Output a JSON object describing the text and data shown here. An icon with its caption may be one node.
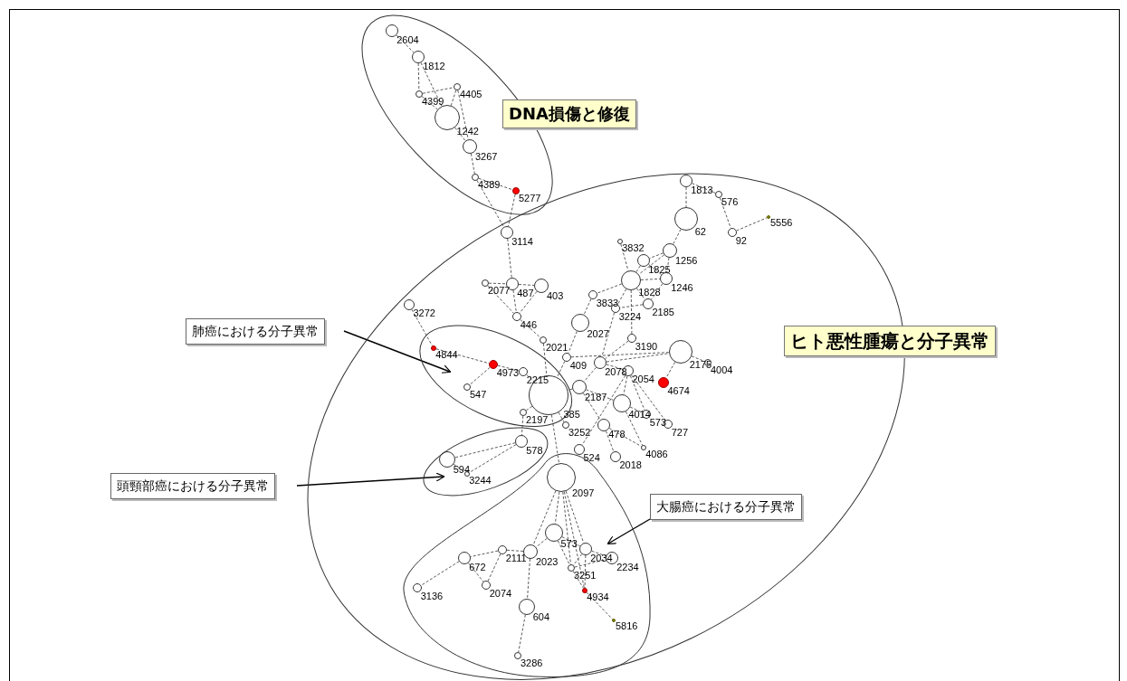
{
  "diagram": {
    "nodes": [
      {
        "text": [
          "DNA損傷と修復"
        ]
      },
      {
        "text": [
          "ヒト悪性腫瘍と分子異常"
        ]
      },
      {
        "text": [],
        "shape": "ellipse",
        "in": 1
      },
      {
        "text": [],
        "shape": "ellipse",
        "in": 1
      },
      {
        "text": [],
        "shape": "blob",
        "in": 1
      },
      {
        "text": [
          "肺癌における分子異常"
        ]
      },
      {
        "text": [
          "頭頸部癌における分子異常"
        ]
      },
      {
        "text": [
          "大腸癌における分子異常"
        ],
        "in": 1
      },
      {
        "text": [],
        "shape": "circle",
        "beside": [
          "2604"
        ],
        "in": 0
      },
      {
        "text": [],
        "shape": "circle",
        "beside": [
          "1812"
        ],
        "in": 0
      },
      {
        "text": [],
        "shape": "circle",
        "beside": [
          "4399"
        ],
        "in": 0
      },
      {
        "text": [],
        "shape": "circle",
        "beside": [
          "4405"
        ],
        "in": 0
      },
      {
        "text": [],
        "shape": "circle",
        "beside": [
          "1242"
        ],
        "in": 0
      },
      {
        "text": [],
        "shape": "circle",
        "beside": [
          "3267"
        ],
        "in": 0
      },
      {
        "text": [],
        "shape": "circle",
        "beside": [
          "4389"
        ],
        "in": 0
      },
      {
        "text": [],
        "shape": "circle",
        "beside": [
          "5277"
        ],
        "in": 0
      },
      {
        "text": [],
        "shape": "circle",
        "beside": [
          "3114"
        ],
        "in": 1
      },
      {
        "text": [],
        "shape": "circle",
        "beside": [
          "1813"
        ],
        "in": 1
      },
      {
        "text": [],
        "shape": "circle",
        "beside": [
          "576"
        ],
        "in": 1
      },
      {
        "text": [],
        "shape": "circle",
        "beside": [
          "62"
        ],
        "in": 1
      },
      {
        "text": [],
        "shape": "circle",
        "beside": [
          "92"
        ],
        "in": 1
      },
      {
        "text": [],
        "shape": "circle",
        "beside": [
          "5556"
        ],
        "in": 1
      },
      {
        "text": [],
        "shape": "circle",
        "beside": [
          "3832"
        ],
        "in": 1
      },
      {
        "text": [],
        "shape": "circle",
        "beside": [
          "1256"
        ],
        "in": 1
      },
      {
        "text": [],
        "shape": "circle",
        "beside": [
          "1825"
        ],
        "in": 1
      },
      {
        "text": [],
        "shape": "circle",
        "beside": [
          "1828"
        ],
        "in": 1
      },
      {
        "text": [],
        "shape": "circle",
        "beside": [
          "1246"
        ],
        "in": 1
      },
      {
        "text": [],
        "shape": "circle",
        "beside": [
          "2077"
        ],
        "in": 1
      },
      {
        "text": [],
        "shape": "circle",
        "beside": [
          "487"
        ],
        "in": 1
      },
      {
        "text": [],
        "shape": "circle",
        "beside": [
          "403"
        ],
        "in": 1
      },
      {
        "text": [],
        "shape": "circle",
        "beside": [
          "3833"
        ],
        "in": 1
      },
      {
        "text": [],
        "shape": "circle",
        "beside": [
          "3224"
        ],
        "in": 1
      },
      {
        "text": [],
        "shape": "circle",
        "beside": [
          "2185"
        ],
        "in": 1
      },
      {
        "text": [],
        "shape": "circle",
        "beside": [
          "446"
        ],
        "in": 1
      },
      {
        "text": [],
        "shape": "circle",
        "beside": [
          "3272"
        ],
        "in": 1
      },
      {
        "text": [],
        "shape": "circle",
        "beside": [
          "2027"
        ],
        "in": 1
      },
      {
        "text": [],
        "shape": "circle",
        "beside": [
          "2021"
        ],
        "in": 1
      },
      {
        "text": [],
        "shape": "circle",
        "beside": [
          "3190"
        ],
        "in": 1
      },
      {
        "text": [],
        "shape": "circle",
        "beside": [
          "2175"
        ],
        "in": 1
      },
      {
        "text": [],
        "shape": "circle",
        "beside": [
          "409"
        ],
        "in": 1
      },
      {
        "text": [],
        "shape": "circle",
        "beside": [
          "2078"
        ],
        "in": 1
      },
      {
        "text": [],
        "shape": "circle",
        "beside": [
          "4004"
        ],
        "in": 1
      },
      {
        "text": [],
        "shape": "circle",
        "beside": [
          "2054"
        ],
        "in": 1
      },
      {
        "text": [],
        "shape": "circle",
        "beside": [
          "4674"
        ],
        "in": 1
      },
      {
        "text": [],
        "shape": "circle",
        "beside": [
          "2187"
        ],
        "in": 1
      },
      {
        "text": [],
        "shape": "circle",
        "beside": [
          "4014"
        ],
        "in": 1
      },
      {
        "text": [],
        "shape": "circle",
        "beside": [
          "573"
        ],
        "in": 1
      },
      {
        "text": [],
        "shape": "circle",
        "beside": [
          "727"
        ],
        "in": 1
      },
      {
        "text": [],
        "shape": "circle",
        "beside": [
          "3252"
        ],
        "in": 1
      },
      {
        "text": [],
        "shape": "circle",
        "beside": [
          "478"
        ],
        "in": 1
      },
      {
        "text": [],
        "shape": "circle",
        "beside": [
          "4086"
        ],
        "in": 1
      },
      {
        "text": [],
        "shape": "circle",
        "beside": [
          "524"
        ],
        "in": 1
      },
      {
        "text": [],
        "shape": "circle",
        "beside": [
          "2018"
        ],
        "in": 1
      },
      {
        "text": [],
        "shape": "circle",
        "beside": [
          "4844"
        ],
        "in": 2
      },
      {
        "text": [],
        "shape": "circle",
        "beside": [
          "4973"
        ],
        "in": 2
      },
      {
        "text": [],
        "shape": "circle",
        "beside": [
          "547"
        ],
        "in": 2
      },
      {
        "text": [],
        "shape": "circle",
        "beside": [
          "2215"
        ],
        "in": 2
      },
      {
        "text": [],
        "shape": "circle",
        "beside": [
          "385"
        ],
        "in": 2
      },
      {
        "text": [],
        "shape": "circle",
        "beside": [
          "2197"
        ],
        "in": 2
      },
      {
        "text": [],
        "shape": "circle",
        "beside": [
          "578"
        ],
        "in": 3
      },
      {
        "text": [],
        "shape": "circle",
        "beside": [
          "594"
        ],
        "in": 3
      },
      {
        "text": [],
        "shape": "circle",
        "beside": [
          "3244"
        ],
        "in": 3
      },
      {
        "text": [],
        "shape": "circle",
        "beside": [
          "2097"
        ],
        "in": 4
      },
      {
        "text": [],
        "shape": "circle",
        "beside": [
          "573"
        ],
        "in": 4
      },
      {
        "text": [],
        "shape": "circle",
        "beside": [
          "2111"
        ],
        "in": 4
      },
      {
        "text": [],
        "shape": "circle",
        "beside": [
          "2023"
        ],
        "in": 4
      },
      {
        "text": [],
        "shape": "circle",
        "beside": [
          "672"
        ],
        "in": 4
      },
      {
        "text": [],
        "shape": "circle",
        "beside": [
          "2034"
        ],
        "in": 4
      },
      {
        "text": [],
        "shape": "circle",
        "beside": [
          "2234"
        ],
        "in": 4
      },
      {
        "text": [],
        "shape": "circle",
        "beside": [
          "3251"
        ],
        "in": 4
      },
      {
        "text": [],
        "shape": "circle",
        "beside": [
          "4934"
        ],
        "in": 4
      },
      {
        "text": [],
        "shape": "circle",
        "beside": [
          "3136"
        ],
        "in": 4
      },
      {
        "text": [],
        "shape": "circle",
        "beside": [
          "2074"
        ],
        "in": 4
      },
      {
        "text": [],
        "shape": "circle",
        "beside": [
          "604"
        ],
        "in": 4
      },
      {
        "text": [],
        "shape": "circle",
        "beside": [
          "5816"
        ],
        "in": 4
      },
      {
        "text": [],
        "shape": "circle",
        "beside": [
          "3286"
        ],
        "in": 4
      }
    ],
    "edges": [
      {
        "from": 5,
        "to": 2,
        "arrow": "to"
      },
      {
        "from": 6,
        "to": 3,
        "arrow": "to"
      },
      {
        "from": 7,
        "to": 4,
        "arrow": "to"
      },
      {
        "from": 8,
        "to": 9,
        "arrow": "none",
        "style": "dashed"
      },
      {
        "from": 9,
        "to": 10,
        "arrow": "none",
        "style": "dashed"
      },
      {
        "from": 9,
        "to": 12,
        "arrow": "none",
        "style": "dashed"
      },
      {
        "from": 10,
        "to": 11,
        "arrow": "none",
        "style": "dashed"
      },
      {
        "from": 10,
        "to": 12,
        "arrow": "none",
        "style": "dashed"
      },
      {
        "from": 11,
        "to": 12,
        "arrow": "none",
        "style": "dashed"
      },
      {
        "from": 11,
        "to": 13,
        "arrow": "none",
        "style": "dashed"
      },
      {
        "from": 12,
        "to": 13,
        "arrow": "none",
        "style": "dashed"
      },
      {
        "from": 13,
        "to": 14,
        "arrow": "none",
        "style": "dashed"
      },
      {
        "from": 14,
        "to": 15,
        "arrow": "none",
        "style": "dashed"
      },
      {
        "from": 14,
        "to": 16,
        "arrow": "none",
        "style": "dashed"
      },
      {
        "from": 15,
        "to": 16,
        "arrow": "none",
        "style": "dashed"
      },
      {
        "from": 16,
        "to": 28,
        "arrow": "none",
        "style": "dashed"
      },
      {
        "from": 17,
        "to": 18,
        "arrow": "none",
        "style": "dashed"
      },
      {
        "from": 17,
        "to": 19,
        "arrow": "none",
        "style": "dashed"
      },
      {
        "from": 18,
        "to": 20,
        "arrow": "none",
        "style": "dashed"
      },
      {
        "from": 20,
        "to": 21,
        "arrow": "none",
        "style": "dashed"
      },
      {
        "from": 19,
        "to": 23,
        "arrow": "none",
        "style": "dashed"
      },
      {
        "from": 23,
        "to": 24,
        "arrow": "none",
        "style": "dashed"
      },
      {
        "from": 23,
        "to": 25,
        "arrow": "none",
        "style": "dashed"
      },
      {
        "from": 23,
        "to": 26,
        "arrow": "none",
        "style": "dashed"
      },
      {
        "from": 24,
        "to": 25,
        "arrow": "none",
        "style": "dashed"
      },
      {
        "from": 24,
        "to": 26,
        "arrow": "none",
        "style": "dashed"
      },
      {
        "from": 25,
        "to": 26,
        "arrow": "none",
        "style": "dashed"
      },
      {
        "from": 25,
        "to": 32,
        "arrow": "none",
        "style": "dashed"
      },
      {
        "from": 26,
        "to": 32,
        "arrow": "none",
        "style": "dashed"
      },
      {
        "from": 22,
        "to": 25,
        "arrow": "none",
        "style": "dashed"
      },
      {
        "from": 25,
        "to": 30,
        "arrow": "none",
        "style": "dashed"
      },
      {
        "from": 25,
        "to": 31,
        "arrow": "none",
        "style": "dashed"
      },
      {
        "from": 30,
        "to": 35,
        "arrow": "none",
        "style": "dashed"
      },
      {
        "from": 32,
        "to": 31,
        "arrow": "none",
        "style": "dashed"
      },
      {
        "from": 31,
        "to": 40,
        "arrow": "none",
        "style": "dashed"
      },
      {
        "from": 25,
        "to": 37,
        "arrow": "none",
        "style": "dashed"
      },
      {
        "from": 35,
        "to": 39,
        "arrow": "none",
        "style": "dashed"
      },
      {
        "from": 39,
        "to": 38,
        "arrow": "none",
        "style": "dashed"
      },
      {
        "from": 40,
        "to": 38,
        "arrow": "none",
        "style": "dashed"
      },
      {
        "from": 38,
        "to": 43,
        "arrow": "none",
        "style": "dashed"
      },
      {
        "from": 38,
        "to": 41,
        "arrow": "none",
        "style": "dashed"
      },
      {
        "from": 40,
        "to": 42,
        "arrow": "none",
        "style": "dashed"
      },
      {
        "from": 37,
        "to": 40,
        "arrow": "none",
        "style": "dashed"
      },
      {
        "from": 40,
        "to": 44,
        "arrow": "none",
        "style": "dashed"
      },
      {
        "from": 42,
        "to": 45,
        "arrow": "none",
        "style": "dashed"
      },
      {
        "from": 42,
        "to": 46,
        "arrow": "none",
        "style": "dashed"
      },
      {
        "from": 42,
        "to": 47,
        "arrow": "none",
        "style": "dashed"
      },
      {
        "from": 44,
        "to": 45,
        "arrow": "none",
        "style": "dashed"
      },
      {
        "from": 45,
        "to": 46,
        "arrow": "none",
        "style": "dashed"
      },
      {
        "from": 45,
        "to": 50,
        "arrow": "none",
        "style": "dashed"
      },
      {
        "from": 44,
        "to": 49,
        "arrow": "none",
        "style": "dashed"
      },
      {
        "from": 49,
        "to": 52,
        "arrow": "none",
        "style": "dashed"
      },
      {
        "from": 49,
        "to": 50,
        "arrow": "none",
        "style": "dashed"
      },
      {
        "from": 42,
        "to": 51,
        "arrow": "none",
        "style": "dashed"
      },
      {
        "from": 39,
        "to": 57,
        "arrow": "none",
        "style": "dashed"
      },
      {
        "from": 36,
        "to": 57,
        "arrow": "none",
        "style": "dashed"
      },
      {
        "from": 33,
        "to": 36,
        "arrow": "none",
        "style": "dashed"
      },
      {
        "from": 28,
        "to": 33,
        "arrow": "none",
        "style": "dashed"
      },
      {
        "from": 27,
        "to": 28,
        "arrow": "none",
        "style": "dashed"
      },
      {
        "from": 28,
        "to": 29,
        "arrow": "none",
        "style": "dashed"
      },
      {
        "from": 27,
        "to": 33,
        "arrow": "none",
        "style": "dashed"
      },
      {
        "from": 29,
        "to": 33,
        "arrow": "none",
        "style": "dashed"
      },
      {
        "from": 34,
        "to": 53,
        "arrow": "none",
        "style": "dashed"
      },
      {
        "from": 53,
        "to": 54,
        "arrow": "none",
        "style": "dashed"
      },
      {
        "from": 54,
        "to": 55,
        "arrow": "none",
        "style": "dashed"
      },
      {
        "from": 54,
        "to": 56,
        "arrow": "none",
        "style": "dashed"
      },
      {
        "from": 56,
        "to": 57,
        "arrow": "none",
        "style": "dashed"
      },
      {
        "from": 57,
        "to": 58,
        "arrow": "none",
        "style": "dashed"
      },
      {
        "from": 57,
        "to": 48,
        "arrow": "none",
        "style": "dashed"
      },
      {
        "from": 57,
        "to": 62,
        "arrow": "none",
        "style": "dashed"
      },
      {
        "from": 44,
        "to": 57,
        "arrow": "none",
        "style": "dashed"
      },
      {
        "from": 58,
        "to": 59,
        "arrow": "none",
        "style": "dashed"
      },
      {
        "from": 59,
        "to": 60,
        "arrow": "none",
        "style": "dashed"
      },
      {
        "from": 59,
        "to": 61,
        "arrow": "none",
        "style": "dashed"
      },
      {
        "from": 60,
        "to": 61,
        "arrow": "none",
        "style": "dashed"
      },
      {
        "from": 62,
        "to": 63,
        "arrow": "none",
        "style": "dashed"
      },
      {
        "from": 62,
        "to": 69,
        "arrow": "none",
        "style": "dashed"
      },
      {
        "from": 62,
        "to": 70,
        "arrow": "none",
        "style": "dashed"
      },
      {
        "from": 62,
        "to": 65,
        "arrow": "none",
        "style": "dashed"
      },
      {
        "from": 62,
        "to": 67,
        "arrow": "none",
        "style": "dashed"
      },
      {
        "from": 63,
        "to": 65,
        "arrow": "none",
        "style": "dashed"
      },
      {
        "from": 63,
        "to": 69,
        "arrow": "none",
        "style": "dashed"
      },
      {
        "from": 63,
        "to": 67,
        "arrow": "none",
        "style": "dashed"
      },
      {
        "from": 67,
        "to": 68,
        "arrow": "none",
        "style": "dashed"
      },
      {
        "from": 67,
        "to": 69,
        "arrow": "none",
        "style": "dashed"
      },
      {
        "from": 69,
        "to": 68,
        "arrow": "none",
        "style": "dashed"
      },
      {
        "from": 67,
        "to": 70,
        "arrow": "none",
        "style": "dashed"
      },
      {
        "from": 70,
        "to": 74,
        "arrow": "none",
        "style": "dashed"
      },
      {
        "from": 69,
        "to": 70,
        "arrow": "none",
        "style": "dashed"
      },
      {
        "from": 65,
        "to": 64,
        "arrow": "none",
        "style": "dashed"
      },
      {
        "from": 64,
        "to": 66,
        "arrow": "none",
        "style": "dashed"
      },
      {
        "from": 66,
        "to": 72,
        "arrow": "none",
        "style": "dashed"
      },
      {
        "from": 64,
        "to": 72,
        "arrow": "none",
        "style": "dashed"
      },
      {
        "from": 66,
        "to": 71,
        "arrow": "none",
        "style": "dashed"
      },
      {
        "from": 65,
        "to": 73,
        "arrow": "none",
        "style": "dashed"
      },
      {
        "from": 73,
        "to": 75,
        "arrow": "none",
        "style": "dashed"
      }
    ]
  }
}
